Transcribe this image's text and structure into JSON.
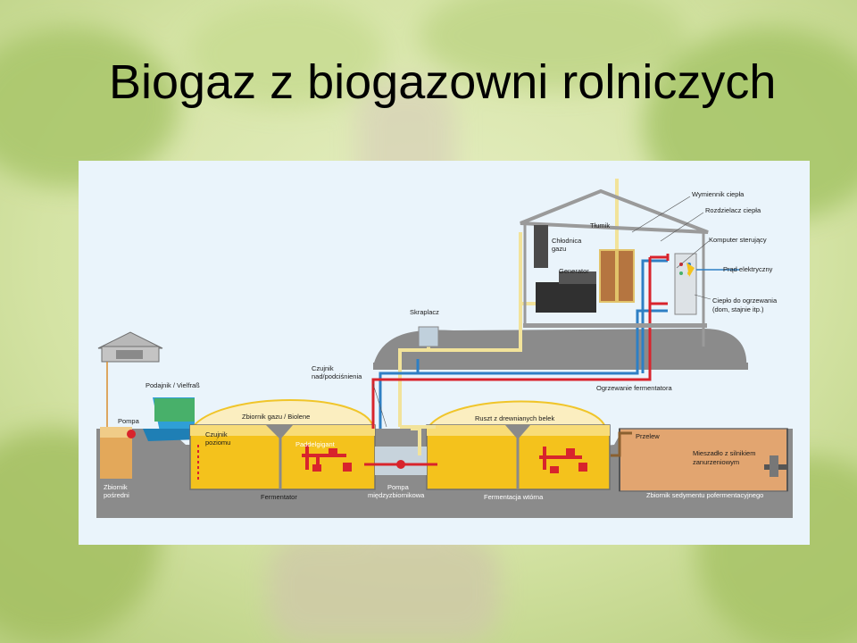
{
  "slide": {
    "title": "Biogaz z biogazowni rolniczych"
  },
  "diagram": {
    "labels": {
      "wymiennik_ciepla": "Wymiennik ciepła",
      "rozdzielacz_ciepla": "Rozdzielacz ciepła",
      "tlumik": "Tłumik",
      "chlodnica_1": "Chłodnica",
      "chlodnica_2": "gazu",
      "komputer": "Komputer sterujący",
      "generator": "Generator",
      "prad": "Prąd elektryczny",
      "cieplo_1": "Ciepło do ogrzewania",
      "cieplo_2": "(dom, stajnie itp.)",
      "skraplacz": "Skraplacz",
      "czujnik_cisn_1": "Czujnik",
      "czujnik_cisn_2": "nad/podciśnienia",
      "podajnik": "Podajnik / Vielfraß",
      "ogrzewanie": "Ogrzewanie fermentatora",
      "pompa": "Pompa",
      "zbiornik_gazu": "Zbiornik gazu / Biolene",
      "ruszt": "Ruszt z drewnianych belek",
      "czujnik_poz_1": "Czujnik",
      "czujnik_poz_2": "poziomu",
      "paddelgigant": "Paddelgigant",
      "przelew": "Przelew",
      "mieszadlo_1": "Mieszadło z silnikiem",
      "mieszadlo_2": "zanurzeniowym",
      "zbiornik_posr_1": "Zbiornik",
      "zbiornik_posr_2": "pośredni",
      "fermentator": "Fermentator",
      "pompa_mb_1": "Pompa",
      "pompa_mb_2": "międzyzbiornikowa",
      "fermentacja_wtorna": "Fermentacja wtórna",
      "zbiornik_sedymentu": "Zbiornik sedymentu pofermentacyjnego"
    },
    "colors": {
      "gas_pipe": "#f2e39a",
      "hot_pipe": "#d8242c",
      "cold_pipe": "#2e7fc4",
      "ground": "#8a8a8a",
      "digestate": "#f4c21c",
      "sediment": "#e2a570"
    }
  }
}
